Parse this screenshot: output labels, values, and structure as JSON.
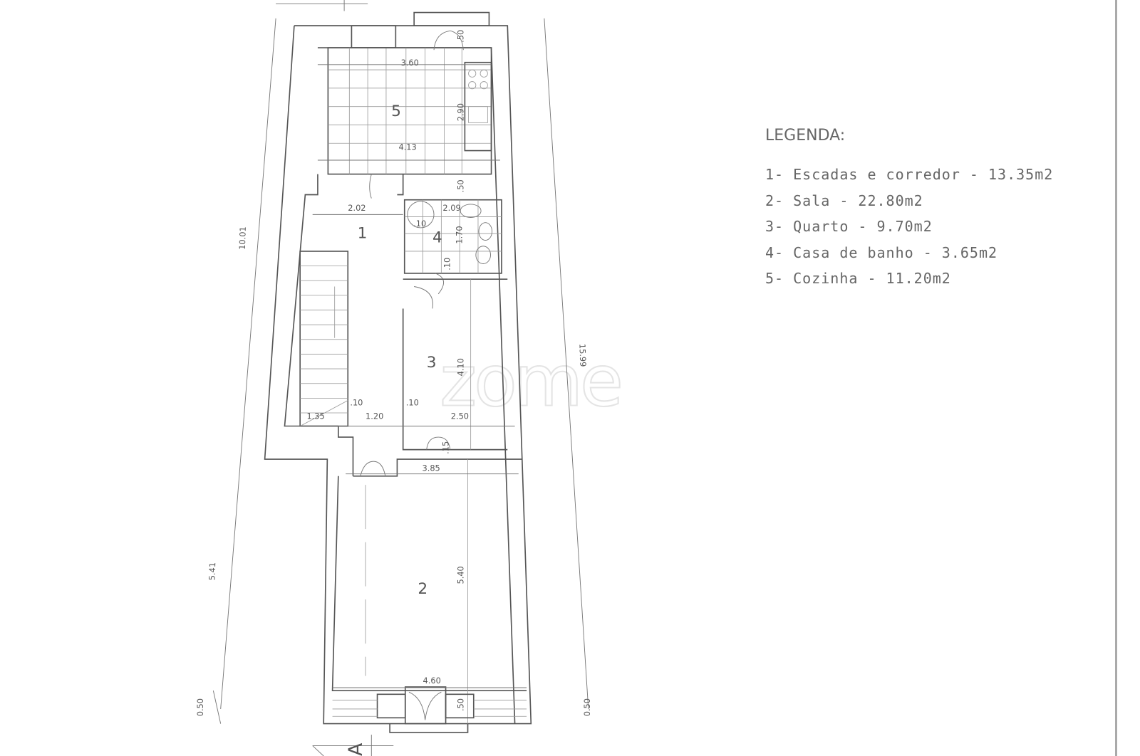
{
  "legend": {
    "title": "LEGENDA:",
    "items": [
      {
        "num": "1-",
        "text": "Escadas e corredor - 13.35m2"
      },
      {
        "num": "2-",
        "text": "Sala - 22.80m2"
      },
      {
        "num": "3-",
        "text": "Quarto - 9.70m2"
      },
      {
        "num": "4-",
        "text": "Casa de banho - 3.65m2"
      },
      {
        "num": "5-",
        "text": "Cozinha - 11.20m2"
      }
    ]
  },
  "rooms": {
    "r1": "1",
    "r2": "2",
    "r3": "3",
    "r4": "4",
    "r5": "5"
  },
  "dimensions": {
    "k_width_top": "3.60",
    "k_height": "2.90",
    "k_width": "4.13",
    "k_door_top": ".50",
    "bath_door": ".50",
    "corr_width": "2.02",
    "bath_width": "2.09",
    "bath_height": "1.70",
    "bath_wall": ".10",
    "bath_wall2": ".10",
    "total_left": "10.01",
    "total_right": "15.99",
    "quarto_height": "4.10",
    "wall_a": ".10",
    "wall_b": ".10",
    "stair_w": "1.35",
    "pass_w": "1.20",
    "quarto_w": "2.50",
    "q_door": ".15",
    "sala_top": "3.85",
    "sala_height": "5.40",
    "left_lower": "5.41",
    "sala_width": "4.60",
    "front_door": ".50",
    "bottom_left": "0.50",
    "bottom_right": "0.50"
  },
  "section_marker": "A",
  "watermark": "zome"
}
